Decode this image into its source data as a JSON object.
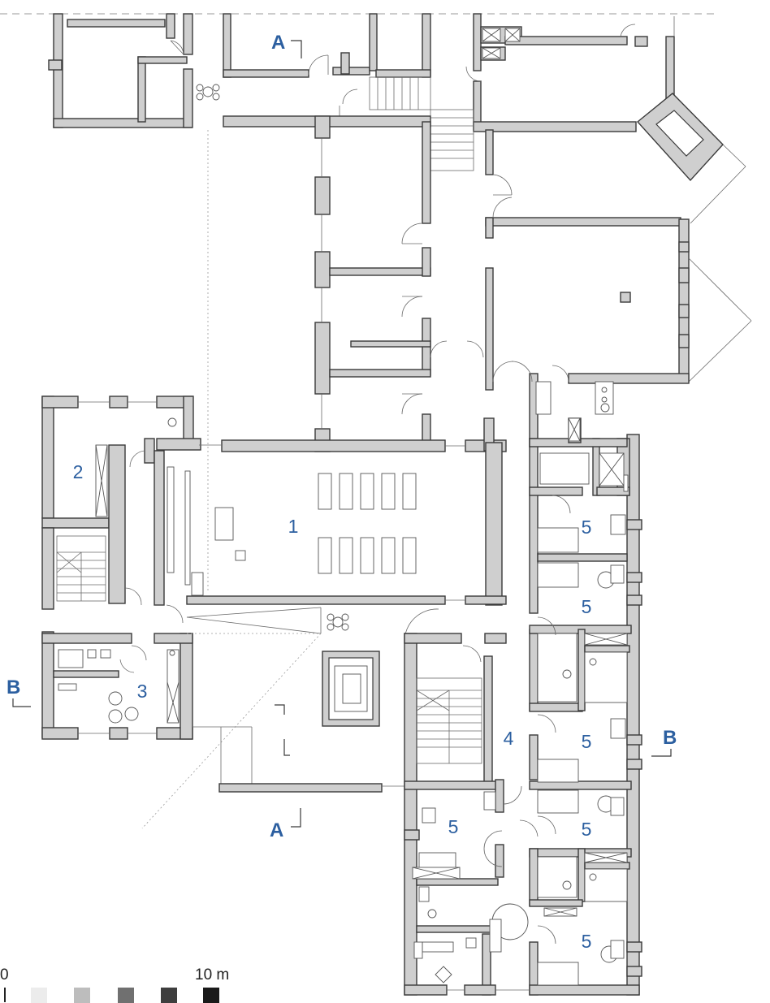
{
  "rooms": [
    {
      "id": "room-1",
      "label": "1"
    },
    {
      "id": "room-2",
      "label": "2"
    },
    {
      "id": "room-3",
      "label": "3"
    },
    {
      "id": "room-4",
      "label": "4"
    },
    {
      "id": "room-5a",
      "label": "5"
    },
    {
      "id": "room-5b",
      "label": "5"
    },
    {
      "id": "room-5c",
      "label": "5"
    },
    {
      "id": "room-5d",
      "label": "5"
    },
    {
      "id": "room-5e",
      "label": "5"
    },
    {
      "id": "room-5f",
      "label": "5"
    }
  ],
  "sections": {
    "a_top": "A",
    "a_bottom": "A",
    "b_left": "B",
    "b_right": "B"
  },
  "scale_bar": {
    "start_label": "0",
    "end_label": "10 m",
    "swatches": [
      "#ececec",
      "#bdbdbd",
      "#707070",
      "#3e3e3e",
      "#1a1a1a"
    ]
  }
}
